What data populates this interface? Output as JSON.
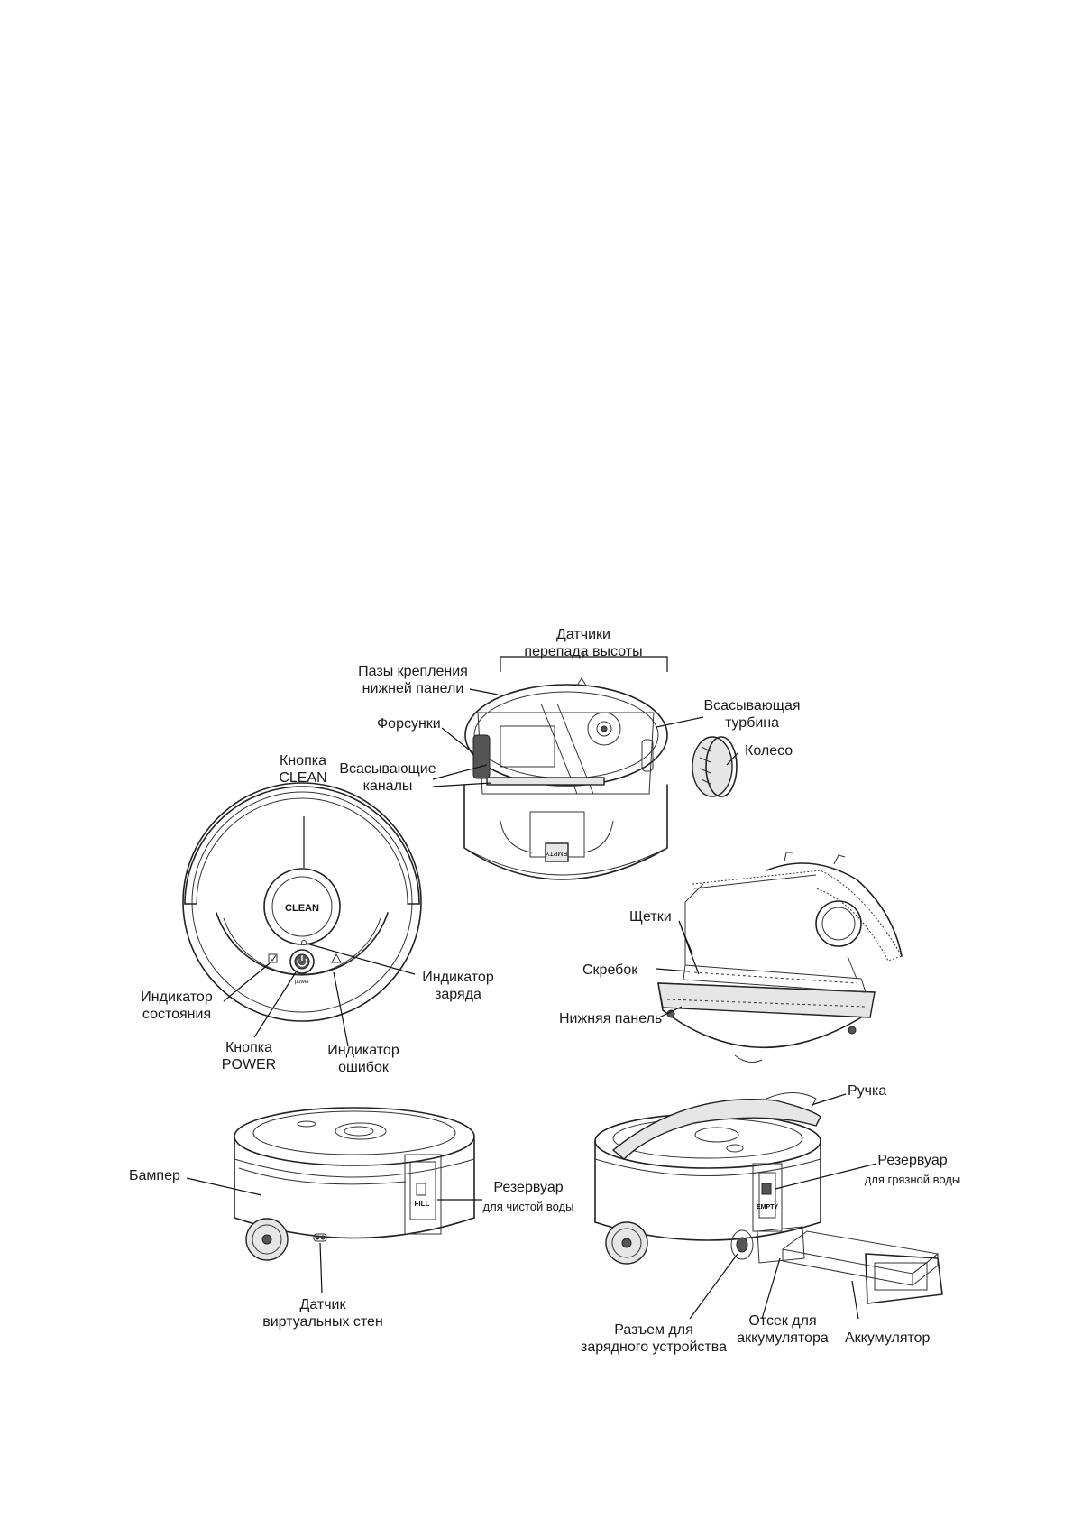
{
  "labels": {
    "sensors_top": "Датчики",
    "sensors_bottom": "перепада высоты",
    "slots_top": "Пазы крепления",
    "slots_bottom": "нижней панели",
    "nozzles": "Форсунки",
    "suction_channels_top": "Всасывающие",
    "suction_channels_bottom": "каналы",
    "turbine_top": "Всасывающая",
    "turbine_bottom": "турбина",
    "wheel": "Колесо",
    "clean_button_top": "Кнопка",
    "clean_button_bottom": "CLEAN",
    "brushes": "Щетки",
    "scraper": "Скребок",
    "bottom_panel": "Нижняя панель",
    "charge_indicator_top": "Индикатор",
    "charge_indicator_bottom": "заряда",
    "status_indicator_top": "Индикатор",
    "status_indicator_bottom": "состояния",
    "power_button_top": "Кнопка",
    "power_button_bottom": "POWER",
    "error_indicator_top": "Индикатор",
    "error_indicator_bottom": "ошибок",
    "handle": "Ручка",
    "dirty_tank_top": "Резервуар",
    "dirty_tank_bottom": "для грязной воды",
    "bumper": "Бампер",
    "clean_tank_top": "Резервуар",
    "clean_tank_bottom": "для чистой воды",
    "wall_sensor_top": "Датчик",
    "wall_sensor_bottom": "виртуальных стен",
    "charger_port_top": "Разъем для",
    "charger_port_bottom": "зарядного устройства",
    "battery_bay_top": "Отсек для",
    "battery_bay_bottom": "аккумулятора",
    "battery": "Аккумулятор"
  },
  "device_text": {
    "clean_button_text": "CLEAN",
    "power_text": "power",
    "fill_text": "FILL",
    "empty_text": "EMPTY"
  }
}
